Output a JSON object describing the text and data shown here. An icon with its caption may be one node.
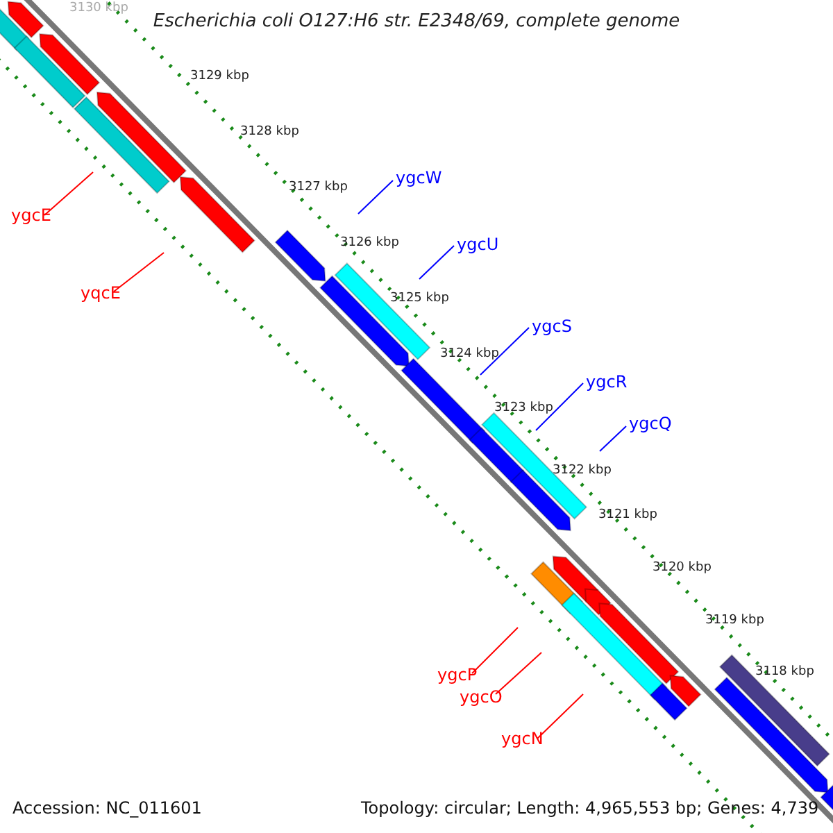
{
  "diagram": {
    "title": "Escherichia coli O127:H6 str. E2348/69, complete genome",
    "nodes": [
      {
        "text": [
          "ygcE"
        ]
      },
      {
        "text": [
          "yqcE"
        ]
      },
      {
        "text": [
          "ygcW"
        ]
      },
      {
        "text": [
          "ygcU"
        ]
      },
      {
        "text": [
          "ygcS"
        ]
      },
      {
        "text": [
          "ygcR"
        ]
      },
      {
        "text": [
          "ygcQ"
        ]
      },
      {
        "text": [
          "ygcP"
        ]
      },
      {
        "text": [
          "ygcO"
        ]
      },
      {
        "text": [
          "ygcN"
        ]
      }
    ],
    "edges": [
      {
        "from": 0,
        "to": null,
        "arrow": "none",
        "color": "#ff0000"
      },
      {
        "from": 1,
        "to": null,
        "arrow": "none",
        "color": "#ff0000"
      },
      {
        "from": 2,
        "to": null,
        "arrow": "none",
        "color": "#0000ff"
      },
      {
        "from": 3,
        "to": null,
        "arrow": "none",
        "color": "#0000ff"
      },
      {
        "from": 4,
        "to": null,
        "arrow": "none",
        "color": "#0000ff"
      },
      {
        "from": 5,
        "to": null,
        "arrow": "none",
        "color": "#0000ff"
      },
      {
        "from": 6,
        "to": null,
        "arrow": "none",
        "color": "#0000ff"
      },
      {
        "from": 7,
        "to": null,
        "arrow": "none",
        "color": "#ff0000"
      },
      {
        "from": 8,
        "to": null,
        "arrow": "none",
        "color": "#ff0000"
      },
      {
        "from": 9,
        "to": null,
        "arrow": "none",
        "color": "#ff0000"
      }
    ],
    "labels": [
      "3130 kbp",
      "3129 kbp",
      "3128 kbp",
      "3127 kbp",
      "3126 kbp",
      "3125 kbp",
      "3124 kbp",
      "3123 kbp",
      "3122 kbp",
      "3121 kbp",
      "3120 kbp",
      "3119 kbp",
      "3118 kbp",
      "Accession: NC_011601",
      "Topology: circular; Length: 4,965,553 bp; Genes: 4,739"
    ]
  }
}
